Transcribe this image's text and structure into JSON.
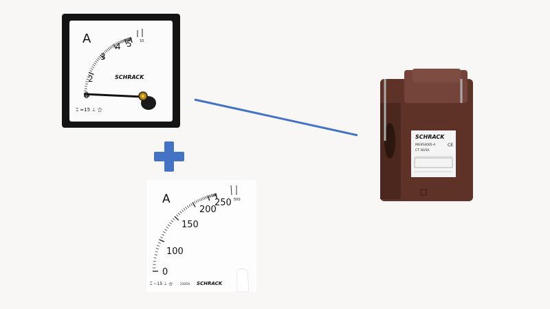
{
  "colors": {
    "connector": "#4472c4",
    "plus": "#4472c4",
    "ct_body": "#6b3b2e",
    "meter_frame": "#111111"
  },
  "meter": {
    "unit": "A",
    "scale_labels": [
      "0",
      "2",
      "3",
      "4",
      "5"
    ],
    "overload_label": "10",
    "brand": "SCHRACK",
    "symbols": "⌶ ≂15 ⊥ ⚝"
  },
  "scale_plate": {
    "unit": "A",
    "scale_labels": [
      "0",
      "100",
      "150",
      "200",
      "250"
    ],
    "overload_label": "500",
    "brand": "SCHRACK",
    "rating": "250/5A",
    "symbols": "⌶ ∼15 ⊥ ⚝"
  },
  "current_transformer": {
    "brand": "SCHRACK",
    "model": "MG954005-A",
    "type": "CT 50/5A",
    "ce_mark": "CE"
  },
  "plus_icon": "plus-icon"
}
